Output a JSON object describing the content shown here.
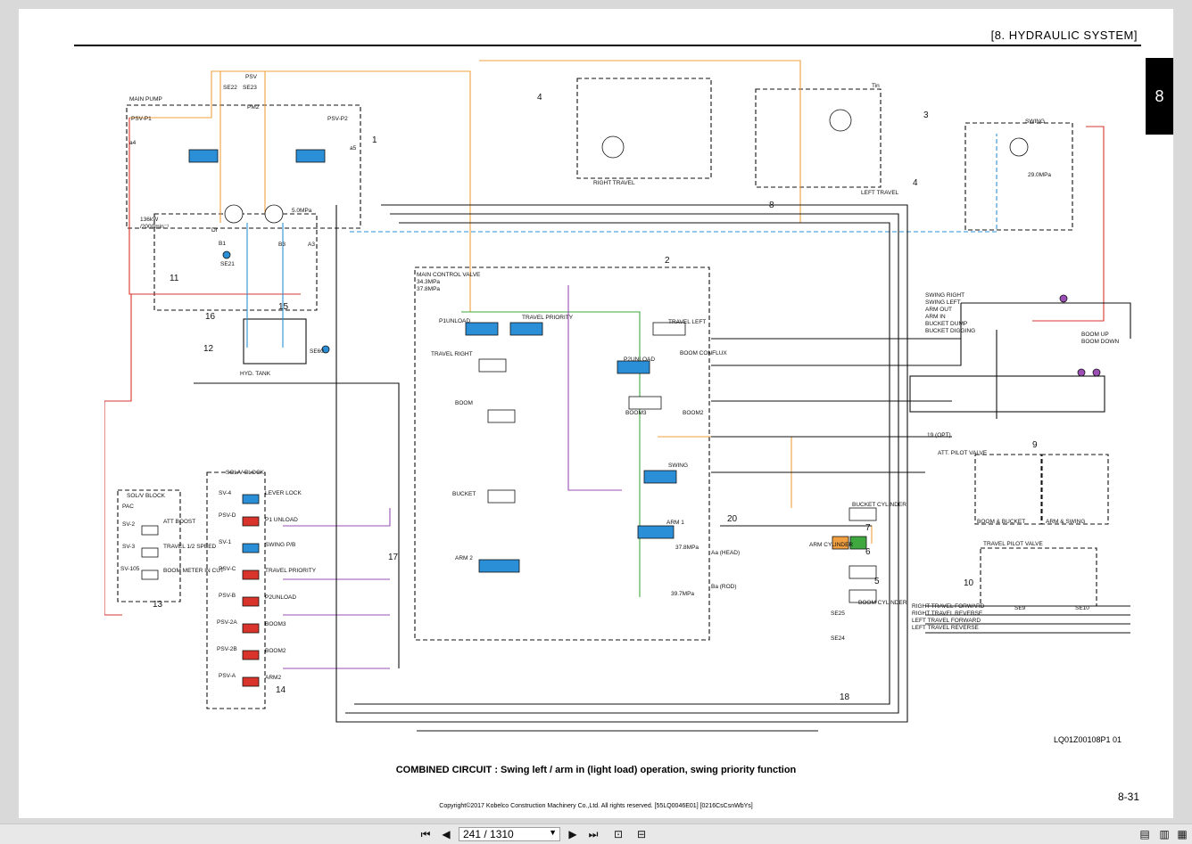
{
  "header": {
    "section_title": "[8.   HYDRAULIC SYSTEM]",
    "chapter_tab": "8"
  },
  "diagram": {
    "labels": {
      "main_pump": "MAIN PUMP",
      "psv": "PSV",
      "se22": "SE22",
      "se23": "SE23",
      "pm2": "PM2",
      "psv_p1": "PSV-P1",
      "psv_p2": "PSV-P2",
      "a4": "a4",
      "a5": "a5",
      "power": "136kW",
      "speed": "/2000min⁻¹",
      "b1": "B1",
      "b3": "B3",
      "se21": "SE21",
      "a3_pump": "A3",
      "dr": "Dr",
      "pressure_50": "5.0MPa",
      "hyd_tank": "HYD. TANK",
      "se60": "SE60",
      "main_control_valve": "MAIN CONTROL VALVE",
      "mcv_pressure": "34.3MPa",
      "mcv_pressure2": "37.8MPa",
      "p1unload": "P1UNLOAD",
      "travel_priority": "TRAVEL PRIORITY",
      "travel_right": "TRAVEL RIGHT",
      "boom": "BOOM",
      "bucket": "BUCKET",
      "arm2": "ARM 2",
      "p2unload": "P2UNLOAD",
      "boom_conflux": "BOOM CONFLUX",
      "boom3": "BOOM3",
      "boom2": "BOOM2",
      "swing": "SWING",
      "arm1": "ARM 1",
      "travel_left": "TRAVEL LEFT",
      "pres_378": "37.8MPa",
      "pres_397": "39.7MPa",
      "right_travel": "RIGHT TRAVEL",
      "left_travel": "LEFT TRAVEL",
      "swing_motor": "SWING",
      "swing_pres": "29.0MPa",
      "tin": "Tin",
      "sol_v_block": "SOL/V BLOCK",
      "pac": "PAC",
      "sv2": "SV-2",
      "sv3": "SV-3",
      "sv105": "SV-105",
      "att_boost": "ATT BOOST",
      "travel_half_speed": "TRAVEL 1/2 SPEED",
      "boom_meter_in_cut": "BOOM METER IN CUT",
      "sv4": "SV-4",
      "lever_lock": "LEVER LOCK",
      "psv_d": "PSV-D",
      "p1_unload": "P1 UNLOAD",
      "sv1": "SV-1",
      "swing_pb": "SWING P/B",
      "psv_c": "PSV-C",
      "travel_priority2": "TRAVEL PRIORITY",
      "psv_b": "PSV-B",
      "p2unload2": "P2UNLOAD",
      "psv_2a": "PSV-2A",
      "boom3b": "BOOM3",
      "psv_2b": "PSV-2B",
      "boom2b": "BOOM2",
      "psv_a": "PSV-A",
      "arm2b": "ARM2",
      "swing_right": "SWING RIGHT",
      "swing_left": "SWING LEFT",
      "arm_out": "ARM OUT",
      "arm_in": "ARM IN",
      "bucket_dump": "BUCKET DUMP",
      "bucket_digging": "BUCKET DIGGING",
      "boom_up": "BOOM UP",
      "boom_down": "BOOM DOWN",
      "opt": "19 (OPT)",
      "att_pilot_valve": "ATT. PILOT VALVE",
      "boom_bucket": "BOOM & BUCKET",
      "arm_swing": "ARM & SWING",
      "bucket_cylinder": "BUCKET CYLINDER",
      "arm_cylinder": "ARM CYLINDER",
      "boom_cylinder": "BOOM CYLINDER",
      "travel_pilot_valve": "TRAVEL PILOT VALVE",
      "right_travel_forward": "RIGHT TRAVEL FORWARD",
      "right_travel_reverse": "RIGHT TRAVEL REVERSE",
      "left_travel_forward": "LEFT TRAVEL FORWARD",
      "left_travel_reverse": "LEFT TRAVEL REVERSE",
      "se24": "SE24",
      "se25": "SE25",
      "se9": "SE9",
      "se10": "SE10",
      "ah_head": "Aa (HEAD)",
      "ba_rod": "Ba (ROD)"
    },
    "callouts": [
      "1",
      "2",
      "3",
      "4",
      "4",
      "5",
      "6",
      "7",
      "8",
      "9",
      "10",
      "11",
      "12",
      "13",
      "14",
      "15",
      "16",
      "17",
      "18",
      "20"
    ]
  },
  "drawing_id": "LQ01Z00108P1  01",
  "caption": "COMBINED CIRCUIT : Swing left  / arm in (light load) operation, swing priority function",
  "page_number": "8-31",
  "copyright": "Copyright©2017 Kobelco Construction Machinery Co.,Ltd. All rights reserved. [55LQ0046E01] [0216CsCsnWbYs]",
  "toolbar": {
    "current_page": "241 / 1310"
  },
  "colors": {
    "red": "#d9342b",
    "orange": "#f0a040",
    "blue": "#2a8fd6",
    "purple": "#9b4fb5",
    "green": "#3fa83f",
    "black": "#111111"
  }
}
